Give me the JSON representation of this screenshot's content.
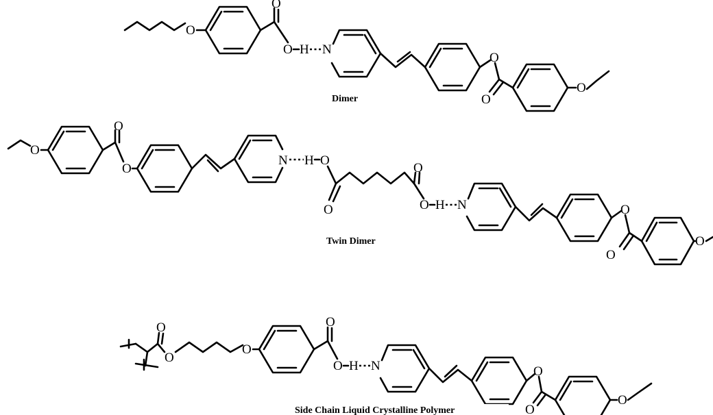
{
  "atoms": {
    "oxygen": "O",
    "hydrogen": "H",
    "nitrogen": "N"
  },
  "captions": {
    "dimer": "Dimer",
    "twin_dimer": "Twin Dimer",
    "polymer": "Side Chain Liquid Crystalline Polymer"
  }
}
